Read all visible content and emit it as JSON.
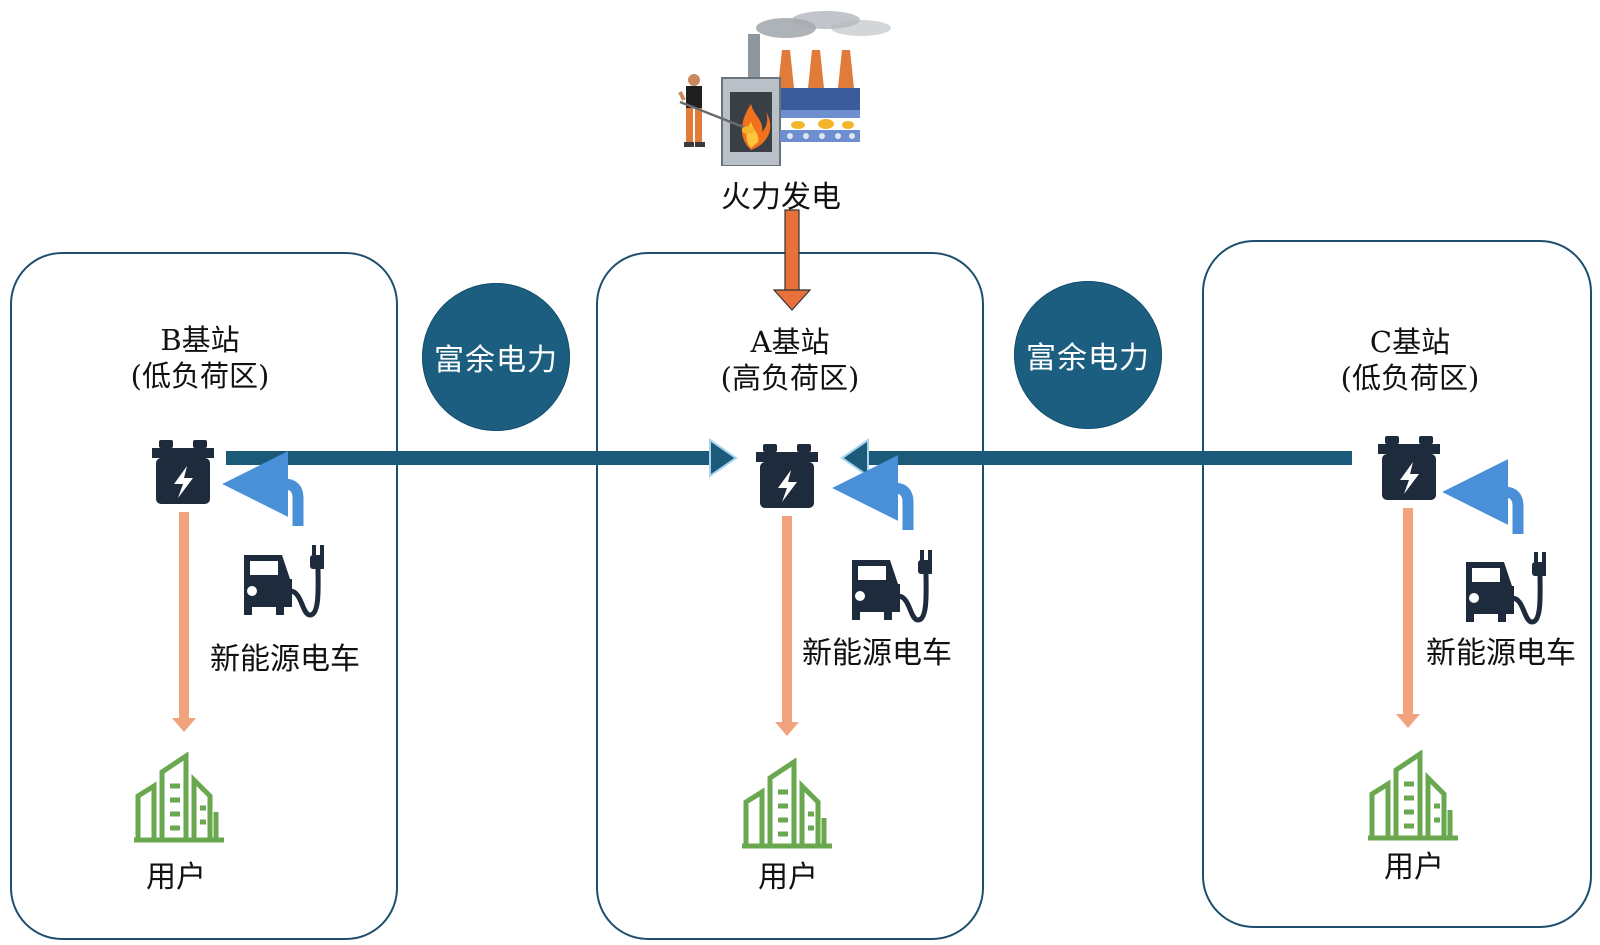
{
  "power_plant": {
    "label": "火力发电",
    "icon": "thermal-power-plant-icon"
  },
  "transfer_bubbles": [
    "富余电力",
    "富余电力"
  ],
  "stations": [
    {
      "id": "B",
      "name": "B基站",
      "load": "(低负荷区)",
      "ev_label": "新能源电车",
      "user_label": "用户"
    },
    {
      "id": "A",
      "name": "A基站",
      "load": "(高负荷区)",
      "ev_label": "新能源电车",
      "user_label": "用户"
    },
    {
      "id": "C",
      "name": "C基站",
      "load": "(低负荷区)",
      "ev_label": "新能源电车",
      "user_label": "用户"
    }
  ],
  "colors": {
    "panel_border": "#1e4f6e",
    "bubble": "#1b5e80",
    "transfer_arrow": "#1c5a7a",
    "ev_arrow": "#4a90d9",
    "user_arrow": "#f2a27c",
    "plant_arrow": "#e8703a",
    "building": "#6aa84f",
    "battery": "#1e2b3c"
  }
}
